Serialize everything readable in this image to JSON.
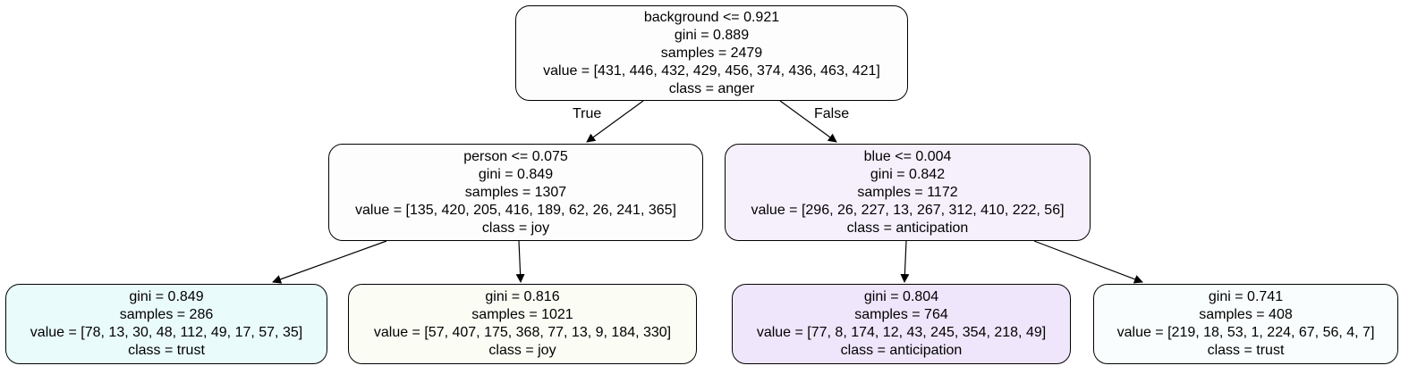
{
  "edges": {
    "true_label": "True",
    "false_label": "False"
  },
  "nodes": {
    "root": {
      "split": "background <= 0.921",
      "gini": "gini = 0.889",
      "samples": "samples = 2479",
      "value": "value = [431, 446, 432, 429, 456, 374, 436, 463, 421]",
      "class": "class = anger",
      "fill": "#fdfdfd"
    },
    "left": {
      "split": "person <= 0.075",
      "gini": "gini = 0.849",
      "samples": "samples = 1307",
      "value": "value = [135, 420, 205, 416, 189, 62, 26, 241, 365]",
      "class": "class = joy",
      "fill": "#fdfdfd"
    },
    "right": {
      "split": "blue <= 0.004",
      "gini": "gini = 0.842",
      "samples": "samples = 1172",
      "value": "value = [296, 26, 227, 13, 267, 312, 410, 222, 56]",
      "class": "class = anticipation",
      "fill": "#f6f0fd"
    },
    "left_left": {
      "gini": "gini = 0.849",
      "samples": "samples = 286",
      "value": "value = [78, 13, 30, 48, 112, 49, 17, 57, 35]",
      "class": "class = trust",
      "fill": "#eafbfb"
    },
    "left_right": {
      "gini": "gini = 0.816",
      "samples": "samples = 1021",
      "value": "value = [57, 407, 175, 368, 77, 13, 9, 184, 330]",
      "class": "class = joy",
      "fill": "#fbfcf4"
    },
    "right_left": {
      "gini": "gini = 0.804",
      "samples": "samples = 764",
      "value": "value = [77, 8, 174, 12, 43, 245, 354, 218, 49]",
      "class": "class = anticipation",
      "fill": "#efe6fb"
    },
    "right_right": {
      "gini": "gini = 0.741",
      "samples": "samples = 408",
      "value": "value = [219, 18, 53, 1, 224, 67, 56, 4, 7]",
      "class": "class = trust",
      "fill": "#fafdfd"
    }
  }
}
